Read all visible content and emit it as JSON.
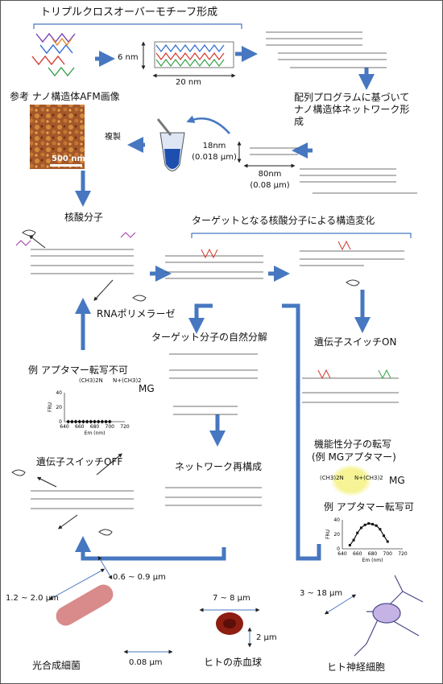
{
  "title": "トリプルクロスオーバーモチーフ形成",
  "dims": {
    "height": "6 nm",
    "width": "20 nm"
  },
  "network_formation": "配列プログラムに基づいてナノ構造体ネットワーク形成",
  "afm": {
    "label": "参考 ナノ構造体AFM画像",
    "scale_bar": "500 nm"
  },
  "replicate": "複製",
  "size_box": {
    "height": "18nm",
    "height_um": "(0.018 μm)",
    "width": "80nm",
    "width_um": "(0.08 μm)"
  },
  "nucleic_acid": "核酸分子",
  "conformational_change": "ターゲットとなる核酸分子による構造変化",
  "rna_polymerase": "RNAポリメラーゼ",
  "natural_degradation": "ターゲット分子の自然分解",
  "switch_on": "遺伝子スイッチON",
  "example_no_transcription": "例 アプタマー転写不可",
  "mg_label": "MG",
  "chem": {
    "left": "(CH3)2N",
    "right": "N+(CH3)2"
  },
  "plot_left": {
    "ylabel": "FRU",
    "xlabel": "Em (nm)",
    "yticks": [
      "40",
      "20",
      "0"
    ],
    "xticks": [
      "640",
      "660",
      "680",
      "700",
      "720"
    ]
  },
  "plot_right": {
    "ylabel": "FRU",
    "xlabel": "Em (nm)",
    "yticks": [
      "40",
      "20",
      "0"
    ],
    "xticks": [
      "640",
      "660",
      "680",
      "700",
      "720"
    ]
  },
  "functional_transcription": "機能性分子の転写",
  "functional_example": "(例 MGアプタマー)",
  "switch_off": "遺伝子スイッチOFF",
  "network_reform": "ネットワーク再構成",
  "example_transcription": "例 アプタマー転写可",
  "scale": {
    "bacteria_len": "1.2 ~ 2.0 μm",
    "bacteria_w": "0.6 ~ 0.9 μm",
    "nano": "0.08 μm",
    "bacteria_name": "光合成細菌",
    "rbc_w": "7 ~ 8 μm",
    "rbc_t": "2 μm",
    "rbc_name": "ヒトの赤血球",
    "neuron": "3 ~ 18 μm",
    "neuron_name": "ヒト神経細胞"
  },
  "chart_data": [
    {
      "type": "scatter",
      "xlabel": "Em (nm)",
      "ylabel": "FRU",
      "xlim": [
        640,
        720
      ],
      "ylim": [
        0,
        40
      ],
      "series": [
        {
          "x": [
            645,
            650,
            655,
            660,
            665,
            670,
            675,
            680,
            685,
            690,
            695,
            700
          ],
          "y": [
            0,
            0,
            0,
            0,
            0,
            0,
            0,
            0,
            0,
            0,
            0,
            0
          ]
        }
      ]
    },
    {
      "type": "line",
      "xlabel": "Em (nm)",
      "ylabel": "FRU",
      "xlim": [
        640,
        720
      ],
      "ylim": [
        0,
        40
      ],
      "series": [
        {
          "x": [
            650,
            655,
            660,
            665,
            670,
            675,
            680,
            685,
            690,
            695,
            700
          ],
          "y": [
            5,
            12,
            22,
            29,
            33,
            35,
            34,
            32,
            27,
            18,
            10
          ]
        }
      ]
    }
  ],
  "colors": {
    "arrow": "#4677c0",
    "afm_bg": "#a4582a",
    "rbc": "#8e1d12",
    "bacteria": "#d98a8a",
    "neuron": "#c5b3e6",
    "glow": "#f3f079"
  }
}
